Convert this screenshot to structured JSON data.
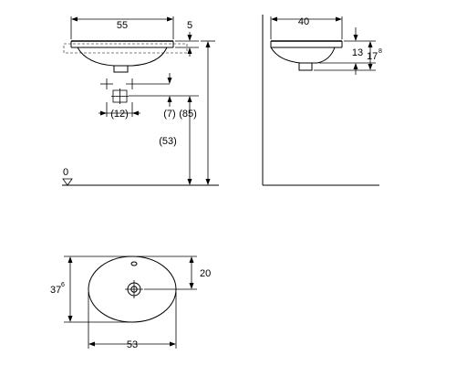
{
  "dimensions": {
    "front_width": "55",
    "rim_height": "5",
    "total_height": "(85)",
    "drain_spacing": "(12)",
    "drain_offset": "(7)",
    "drain_height": "(53)",
    "floor_level": "0",
    "side_width": "40",
    "bowl_depth": "13",
    "side_depth_main": "17",
    "side_depth_sup": "8",
    "plan_depth_main": "37",
    "plan_depth_sup": "6",
    "plan_half": "20",
    "plan_width": "53"
  }
}
